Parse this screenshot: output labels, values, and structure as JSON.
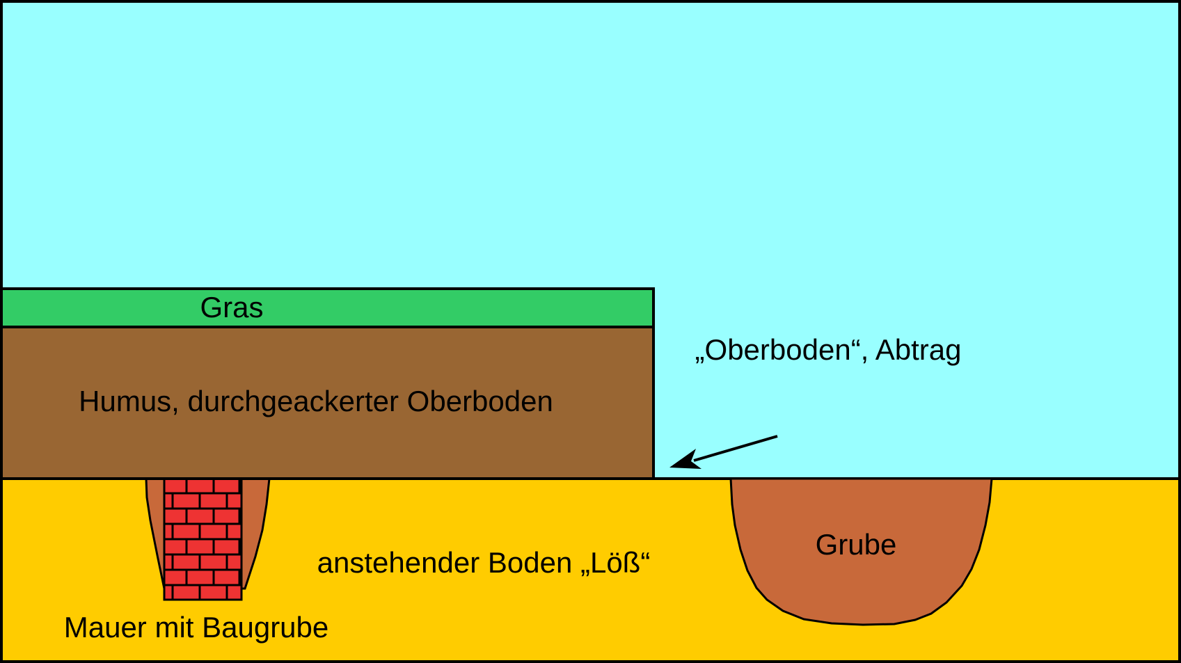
{
  "diagram": {
    "labels": {
      "grass": "Gras",
      "humus": "Humus, durchgeackerter Oberboden",
      "topsoil_removal": "„Oberboden“, Abtrag",
      "subsoil": "anstehender Boden „Löß“",
      "pit": "Grube",
      "wall": "Mauer mit Baugrube"
    },
    "colors": {
      "sky": "#99FFFF",
      "grass": "#33CC66",
      "humus": "#996633",
      "loess": "#FFCC00",
      "pit_fill": "#C8693A",
      "brick": "#EE3333",
      "outline": "#000000"
    }
  }
}
